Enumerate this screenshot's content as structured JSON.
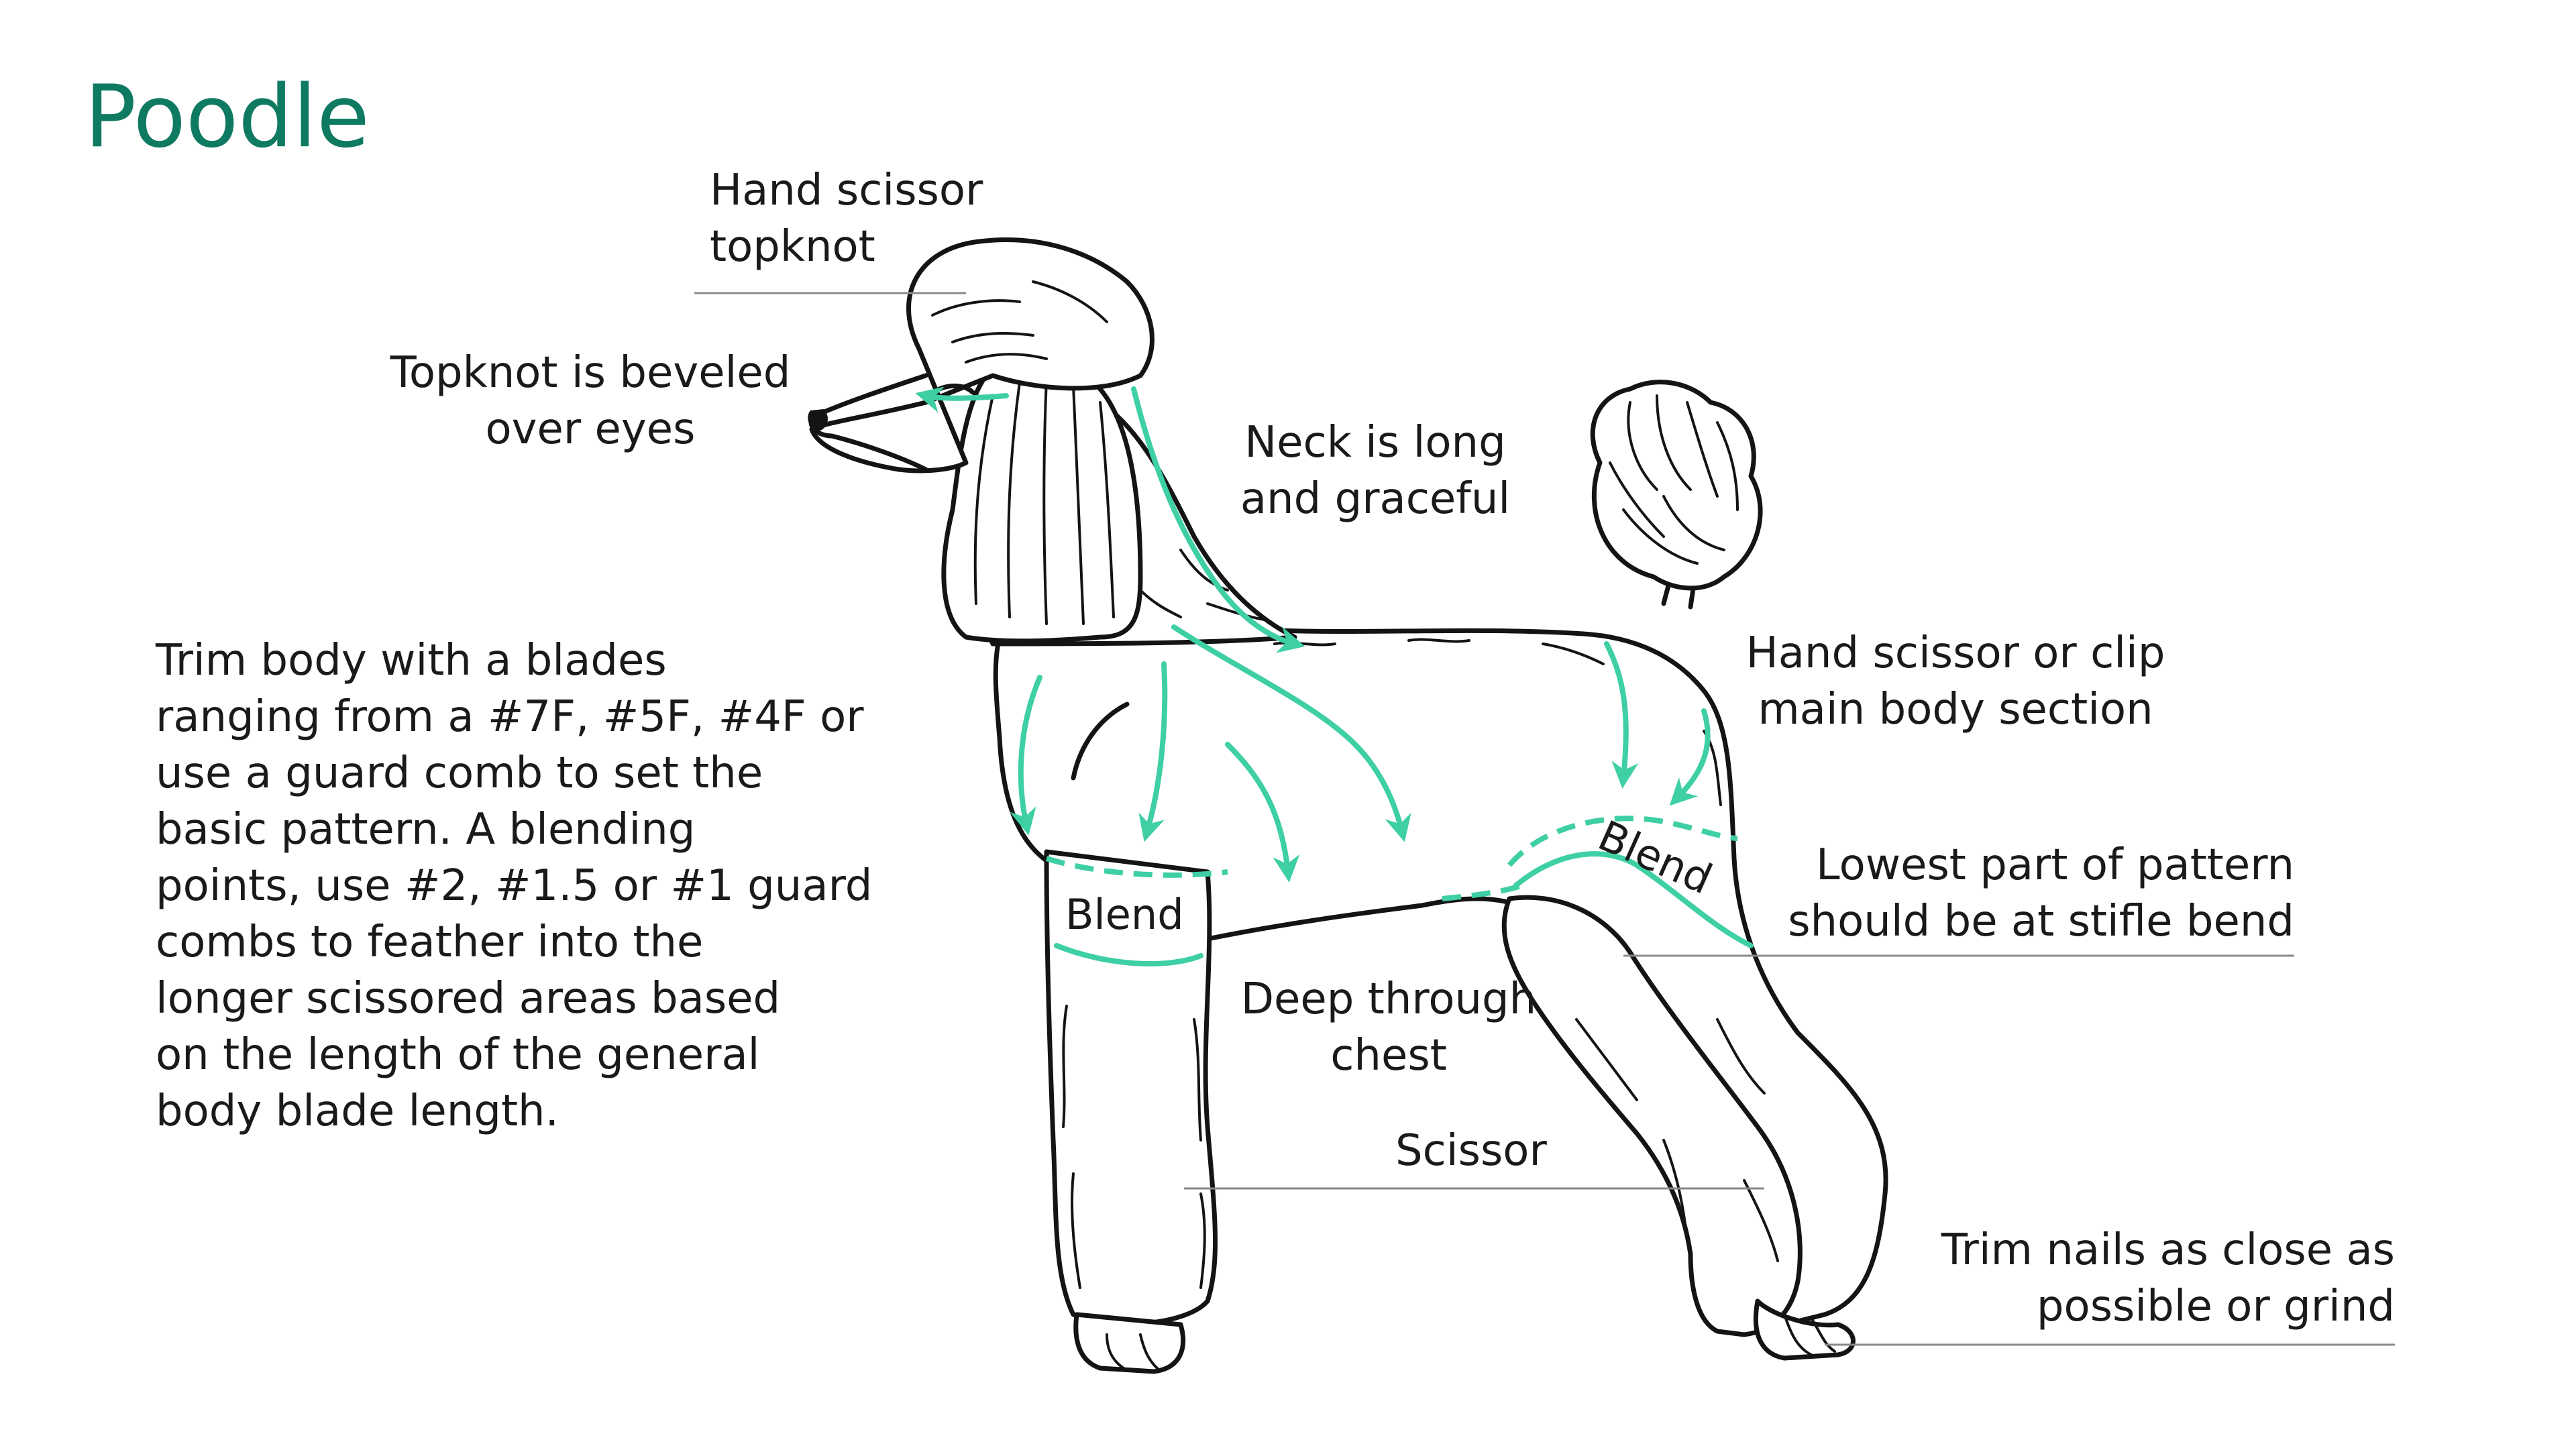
{
  "title": "Poodle",
  "annotations": {
    "topknot_hand_scissor": "Hand scissor\ntopknot",
    "topknot_beveled": "Topknot is beveled\nover eyes",
    "neck": "Neck is long\nand graceful",
    "body_trim": "Trim body with a blades\nranging from a #7F, #5F, #4F or\nuse a guard comb to set the\nbasic pattern. A blending\npoints, use #2, #1.5 or #1 guard\ncombs to feather into the\nlonger scissored areas based\non the length of the general\nbody blade length.",
    "main_body": "Hand scissor or clip\nmain body section",
    "lowest_part": "Lowest part of pattern\nshould be at stifle bend",
    "deep_chest": "Deep through\nchest",
    "scissor": "Scissor",
    "nails": "Trim nails as close as\npossible or grind",
    "blend_front": "Blend",
    "blend_rear": "Blend"
  },
  "colors": {
    "title": "#0f7a62",
    "accent": "#3ecfa4",
    "outline": "#141414",
    "leader_line": "#8a8a8a"
  }
}
